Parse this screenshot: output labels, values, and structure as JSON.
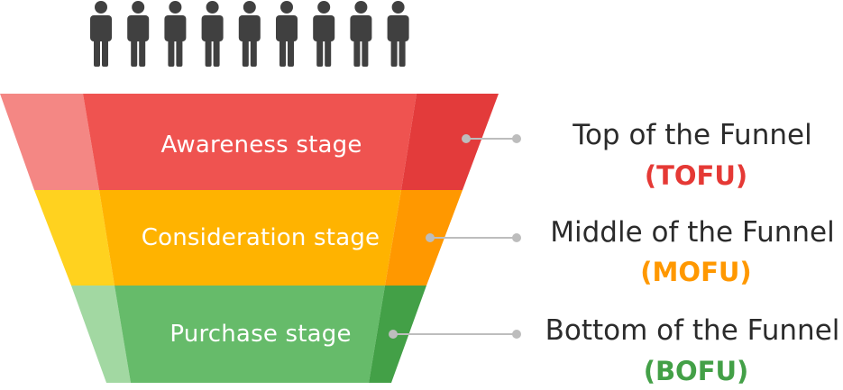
{
  "people": {
    "count": 9,
    "icon": "person-icon",
    "color": "#404040"
  },
  "stages": [
    {
      "label": "Awareness stage",
      "title": "Top of the Funnel",
      "abbr": "(TOFU)",
      "abbr_color": "#e53935",
      "colors": {
        "main": "#ef5350",
        "left": "#f48784",
        "right": "#e33b3b"
      }
    },
    {
      "label": "Consideration stage",
      "title": "Middle of the Funnel",
      "abbr": "(MOFU)",
      "abbr_color": "#ff9800",
      "colors": {
        "main": "#ffb300",
        "left": "#ffd21f",
        "right": "#ff9800"
      }
    },
    {
      "label": "Purchase stage",
      "title": "Bottom of the Funnel",
      "abbr": "(BOFU)",
      "abbr_color": "#43a047",
      "colors": {
        "main": "#66bb6a",
        "left": "#a2d8a2",
        "right": "#43a047"
      }
    }
  ],
  "connector_color": "#bdbdbd"
}
